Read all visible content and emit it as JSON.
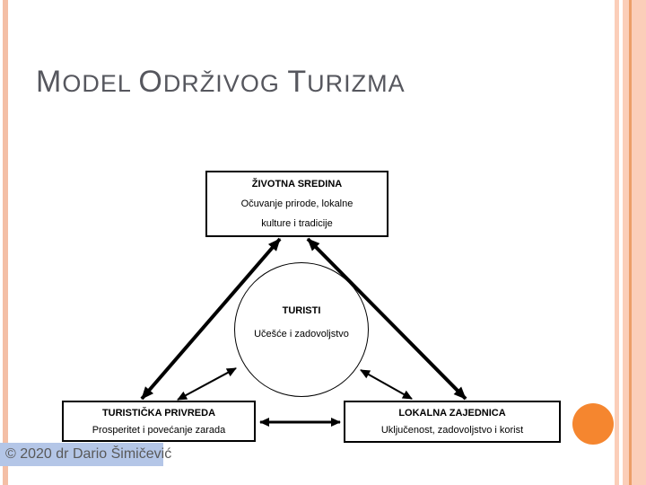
{
  "slide": {
    "title": "MODEL ODRŽIVOG TURIZMA",
    "footer_text": "© 2020 dr Dario Šimičević"
  },
  "diagram": {
    "environment": {
      "heading": "ŽIVOTNA SREDINA",
      "line1": "Očuvanje prirode, lokalne",
      "line2": "kulture i tradicije"
    },
    "tourists": {
      "heading": "TURISTI",
      "subtext": "Učešće i zadovoljstvo"
    },
    "industry": {
      "heading": "TURISTIČKA PRIVREDA",
      "subtext": "Prosperitet i povećanje zarada"
    },
    "community": {
      "heading": "LOKALNA ZAJEDNICA",
      "subtext": "Uključenost, zadovoljstvo i korist"
    }
  },
  "colors": {
    "title_text": "#56575e",
    "box_border": "#000000",
    "side_stripe": "#f4bfa6",
    "side_stripe_light": "#fbceb9",
    "side_stripe_dark": "#ec9e68",
    "orange_dot": "#f5862f",
    "footer_highlight": "#b4c6e7",
    "footer_text_color": "#595959"
  }
}
